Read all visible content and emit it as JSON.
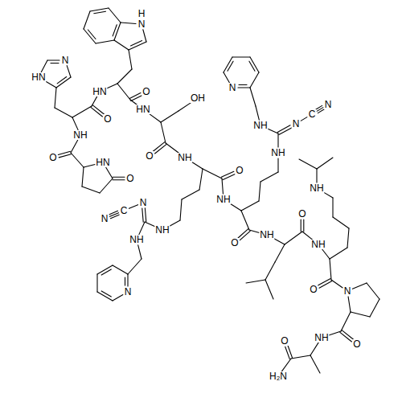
{
  "diagram": {
    "labels": [
      "H",
      "N",
      "N",
      "HN",
      "N",
      "HN",
      "O",
      "OH",
      "HN",
      "O",
      "NH",
      "N",
      "C",
      "N",
      "NH",
      "NH",
      "O",
      "NH",
      "O",
      "HN",
      "O",
      "O",
      "NH",
      "NH",
      "N",
      "C",
      "N",
      "O",
      "NH",
      "NH",
      "O",
      "NH",
      "NH",
      "O",
      "N",
      "N",
      "NH",
      "O",
      "O",
      "H₂N"
    ]
  }
}
